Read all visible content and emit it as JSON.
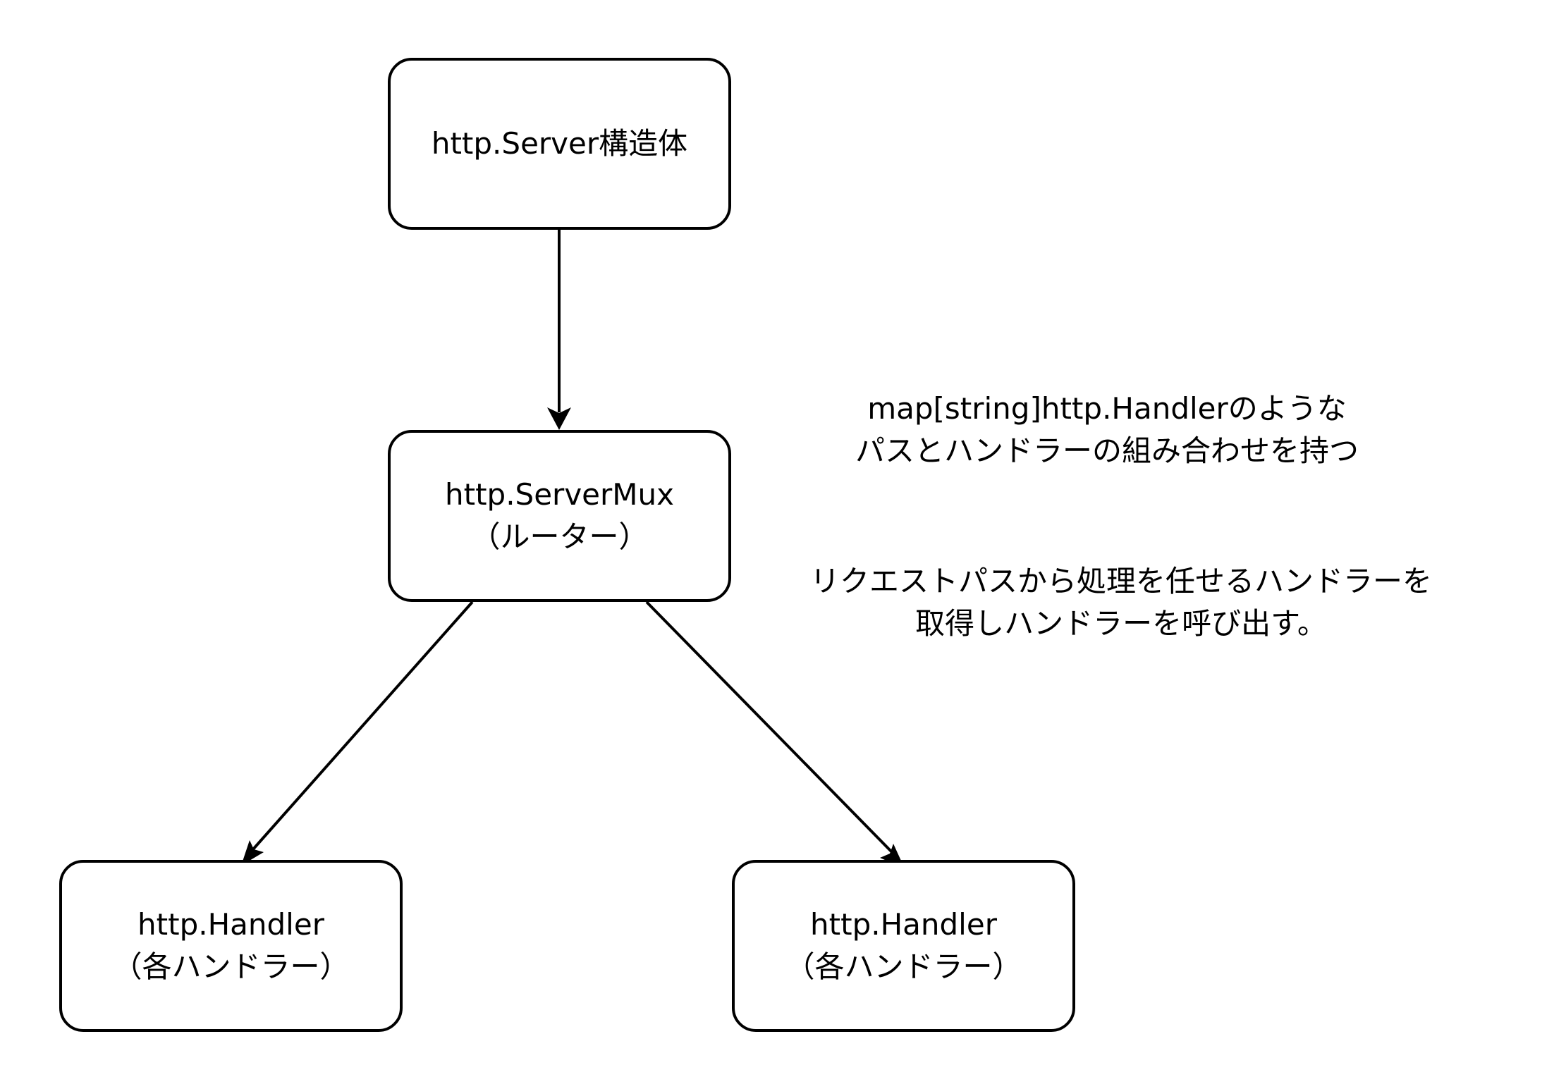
{
  "nodes": {
    "server": {
      "label": "http.Server構造体"
    },
    "mux": {
      "line1": "http.ServerMux",
      "line2": "（ルーター）"
    },
    "handler_left": {
      "line1": "http.Handler",
      "line2": "（各ハンドラー）"
    },
    "handler_right": {
      "line1": "http.Handler",
      "line2": "（各ハンドラー）"
    }
  },
  "annotations": {
    "map_note": {
      "line1": "map[string]http.Handlerのような",
      "line2": "パスとハンドラーの組み合わせを持つ"
    },
    "routing_note": {
      "line1": "リクエストパスから処理を任せるハンドラーを",
      "line2": "取得しハンドラーを呼び出す。"
    }
  },
  "edges": [
    {
      "from": "server",
      "to": "mux"
    },
    {
      "from": "mux",
      "to": "handler_left"
    },
    {
      "from": "mux",
      "to": "handler_right"
    }
  ]
}
